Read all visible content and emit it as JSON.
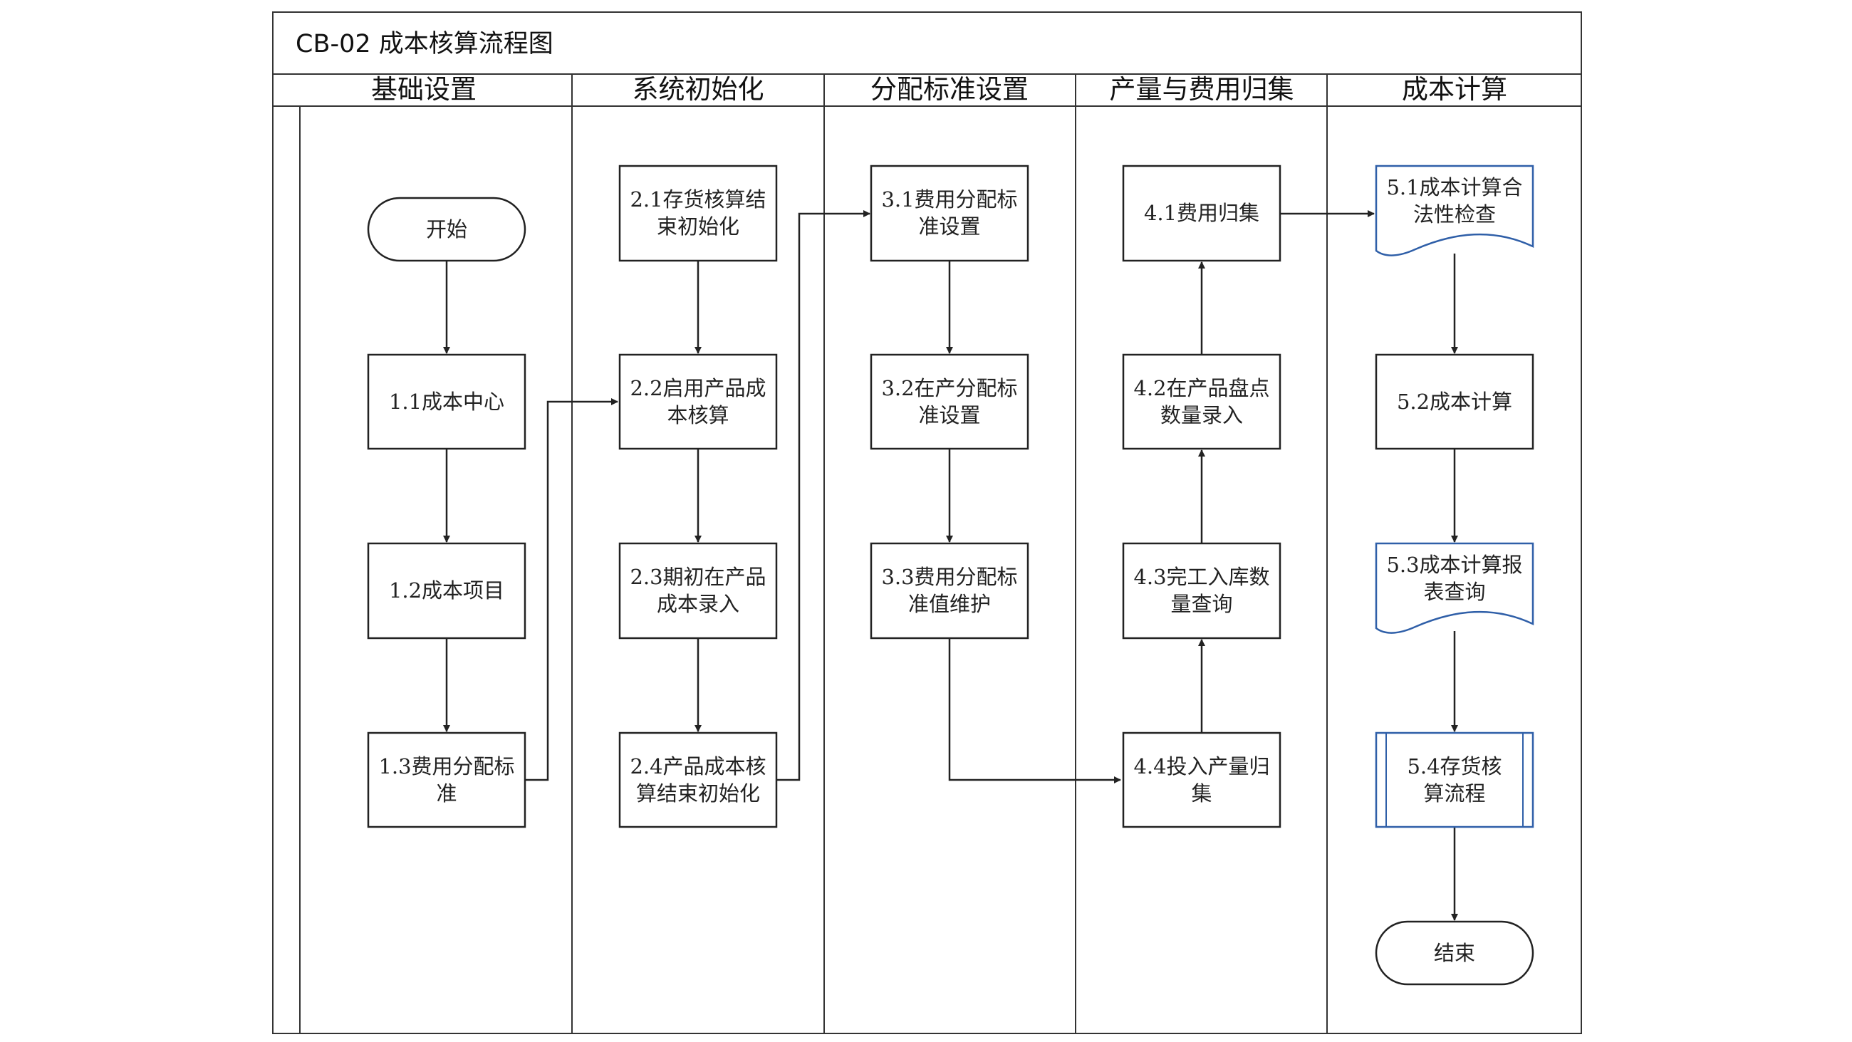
{
  "title": "CB-02  成本核算流程图",
  "lanes": [
    {
      "id": "lane-basic-setup",
      "label": "基础设置"
    },
    {
      "id": "lane-system-init",
      "label": "系统初始化"
    },
    {
      "id": "lane-allocation-standard",
      "label": "分配标准设置"
    },
    {
      "id": "lane-output-expense",
      "label": "产量与费用归集"
    },
    {
      "id": "lane-cost-calc",
      "label": "成本计算"
    }
  ],
  "nodes": {
    "start": {
      "lines": [
        "开始"
      ]
    },
    "n1_1": {
      "lines": [
        "1.1成本中心"
      ]
    },
    "n1_2": {
      "lines": [
        "1.2成本项目"
      ]
    },
    "n1_3": {
      "lines": [
        "1.3费用分配标",
        "准"
      ]
    },
    "n2_1": {
      "lines": [
        "2.1存货核算结",
        "束初始化"
      ]
    },
    "n2_2": {
      "lines": [
        "2.2启用产品成",
        "本核算"
      ]
    },
    "n2_3": {
      "lines": [
        "2.3期初在产品",
        "成本录入"
      ]
    },
    "n2_4": {
      "lines": [
        "2.4产品成本核",
        "算结束初始化"
      ]
    },
    "n3_1": {
      "lines": [
        "3.1费用分配标",
        "准设置"
      ]
    },
    "n3_2": {
      "lines": [
        "3.2在产分配标",
        "准设置"
      ]
    },
    "n3_3": {
      "lines": [
        "3.3费用分配标",
        "准值维护"
      ]
    },
    "n4_1": {
      "lines": [
        "4.1费用归集"
      ]
    },
    "n4_2": {
      "lines": [
        "4.2在产品盘点",
        "数量录入"
      ]
    },
    "n4_3": {
      "lines": [
        "4.3完工入库数",
        "量查询"
      ]
    },
    "n4_4": {
      "lines": [
        "4.4投入产量归",
        "集"
      ]
    },
    "n5_1": {
      "lines": [
        "5.1成本计算合",
        "法性检查"
      ]
    },
    "n5_2": {
      "lines": [
        "5.2成本计算"
      ]
    },
    "n5_3": {
      "lines": [
        "5.3成本计算报",
        "表查询"
      ]
    },
    "n5_4": {
      "lines": [
        "5.4存货核",
        "算流程"
      ]
    },
    "end": {
      "lines": [
        "结束"
      ]
    }
  },
  "edges": [
    {
      "from": "start",
      "to": "n1_1"
    },
    {
      "from": "n1_1",
      "to": "n1_2"
    },
    {
      "from": "n1_2",
      "to": "n1_3"
    },
    {
      "from": "n1_3",
      "to": "n2_2"
    },
    {
      "from": "n2_1",
      "to": "n2_2"
    },
    {
      "from": "n2_2",
      "to": "n2_3"
    },
    {
      "from": "n2_3",
      "to": "n2_4"
    },
    {
      "from": "n2_4",
      "to": "n3_1"
    },
    {
      "from": "n3_1",
      "to": "n3_2"
    },
    {
      "from": "n3_2",
      "to": "n3_3"
    },
    {
      "from": "n3_3",
      "to": "n4_4"
    },
    {
      "from": "n4_4",
      "to": "n4_3"
    },
    {
      "from": "n4_3",
      "to": "n4_2"
    },
    {
      "from": "n4_2",
      "to": "n4_1"
    },
    {
      "from": "n4_1",
      "to": "n5_1"
    },
    {
      "from": "n5_1",
      "to": "n5_2"
    },
    {
      "from": "n5_2",
      "to": "n5_3"
    },
    {
      "from": "n5_3",
      "to": "n5_4"
    },
    {
      "from": "n5_4",
      "to": "end"
    }
  ],
  "colors": {
    "line": "#333333",
    "document_border": "#2f5fa8",
    "subprocess_border": "#2f5fa8"
  }
}
